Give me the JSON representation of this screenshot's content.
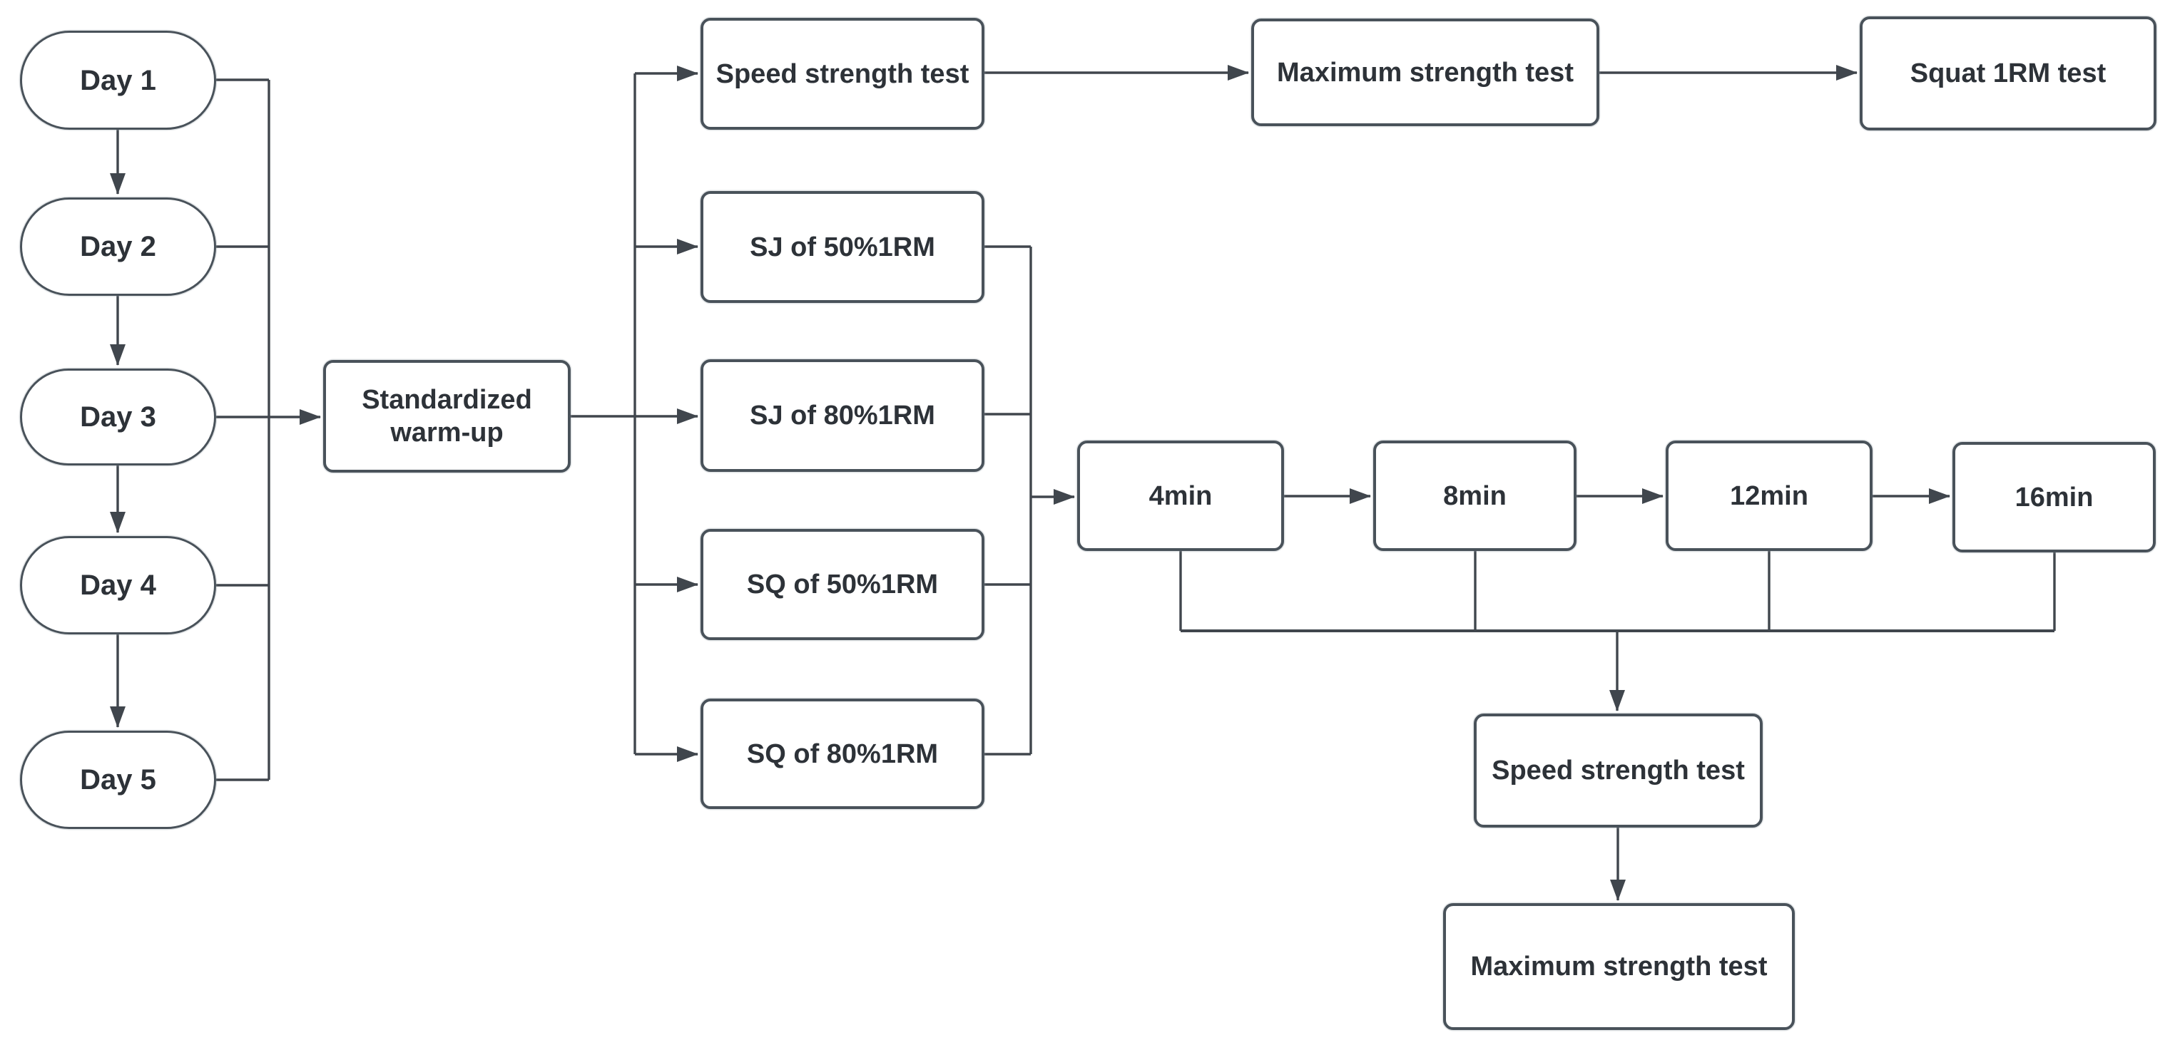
{
  "diagram": {
    "title_hint": "Training and testing protocol flowchart",
    "colors": {
      "border": "#49525a",
      "text": "#2d3238",
      "line": "#40464d",
      "bg": "#ffffff"
    },
    "nodes": {
      "day1": {
        "label": "Day 1"
      },
      "day2": {
        "label": "Day 2"
      },
      "day3": {
        "label": "Day 3"
      },
      "day4": {
        "label": "Day 4"
      },
      "day5": {
        "label": "Day 5"
      },
      "warmup": {
        "label": "Standardized warm-up"
      },
      "speed_test_top": {
        "label": "Speed strength test"
      },
      "sj50": {
        "label": "SJ of 50%1RM"
      },
      "sj80": {
        "label": "SJ of 80%1RM"
      },
      "sq50": {
        "label": "SQ of 50%1RM"
      },
      "sq80": {
        "label": "SQ of 80%1RM"
      },
      "max_test_top": {
        "label": "Maximum strength test"
      },
      "squat_1rm": {
        "label": "Squat 1RM test"
      },
      "interval_4": {
        "label": "4min"
      },
      "interval_8": {
        "label": "8min"
      },
      "interval_12": {
        "label": "12min"
      },
      "interval_16": {
        "label": "16min"
      },
      "speed_test_bottom": {
        "label": "Speed strength test"
      },
      "max_test_bottom": {
        "label": "Maximum strength test"
      }
    },
    "edges": [
      "day1->day2",
      "day2->day3",
      "day3->day4",
      "day4->day5",
      "days->collector",
      "day3->warmup",
      "warmup->distributor",
      "distributor->speed_test_top",
      "distributor->sj50",
      "warmup->sj80",
      "distributor->sq50",
      "distributor->sq80",
      "speed_test_top->max_test_top",
      "max_test_top->squat_1rm",
      "tests->right_collector",
      "right_collector->4min",
      "4min->8min",
      "8min->12min",
      "12min->16min",
      "intervals->bus",
      "bus->speed_test_bottom",
      "speed_test_bottom->max_test_bottom"
    ]
  }
}
